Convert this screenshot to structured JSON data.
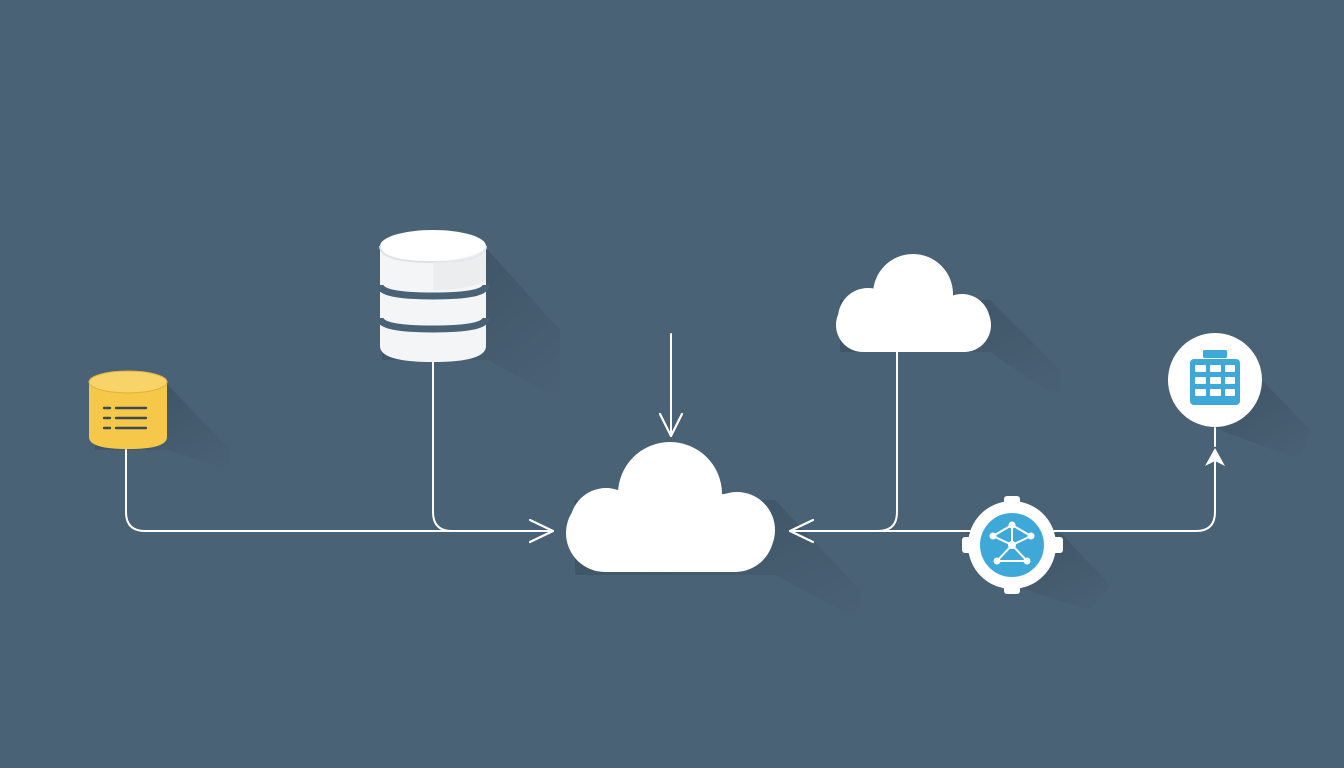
{
  "diagram": {
    "background_color": "#4a6275",
    "line_color": "#ffffff",
    "nodes": [
      {
        "id": "yellow-database",
        "icon": "database-icon",
        "color": "#f5c84a"
      },
      {
        "id": "white-database",
        "icon": "database-icon",
        "color": "#ffffff"
      },
      {
        "id": "central-cloud",
        "icon": "cloud-icon",
        "color": "#ffffff"
      },
      {
        "id": "upper-cloud",
        "icon": "cloud-icon",
        "color": "#ffffff"
      },
      {
        "id": "network-hub",
        "icon": "network-gear-icon",
        "color": "#3ea9d9"
      },
      {
        "id": "grid-service",
        "icon": "grid-icon",
        "color": "#3ea9d9"
      }
    ],
    "connections": [
      {
        "from": "yellow-database",
        "to": "central-cloud",
        "arrow": "end"
      },
      {
        "from": "white-database",
        "to": "central-cloud",
        "arrow": "end"
      },
      {
        "from": "top-input",
        "to": "central-cloud",
        "arrow": "end"
      },
      {
        "from": "upper-cloud",
        "to": "central-cloud",
        "arrow": "end"
      },
      {
        "from": "network-hub",
        "to": "central-cloud",
        "arrow": "none"
      },
      {
        "from": "network-hub",
        "to": "grid-service",
        "arrow": "end"
      }
    ]
  }
}
